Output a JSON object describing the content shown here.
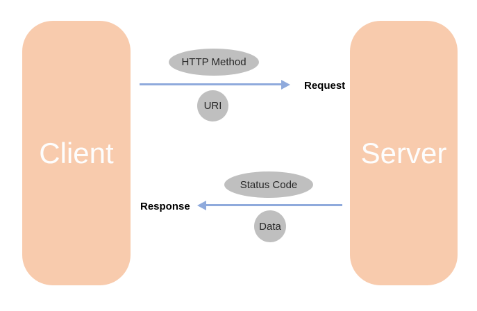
{
  "diagram": {
    "client": {
      "label": "Client"
    },
    "server": {
      "label": "Server"
    },
    "request": {
      "label": "Request",
      "annotation_top": "HTTP Method",
      "annotation_bottom": "URI",
      "direction": "client-to-server"
    },
    "response": {
      "label": "Response",
      "annotation_top": "Status Code",
      "annotation_bottom": "Data",
      "direction": "server-to-client"
    }
  },
  "colors": {
    "background": "#FFFFFF",
    "box_fill": "#F8CBAD",
    "box_text": "#FDFDFD",
    "bubble_fill": "#BFBFBF",
    "bubble_text": "#262626",
    "arrow": "#8FAADC",
    "flow_label_text": "#000000"
  }
}
